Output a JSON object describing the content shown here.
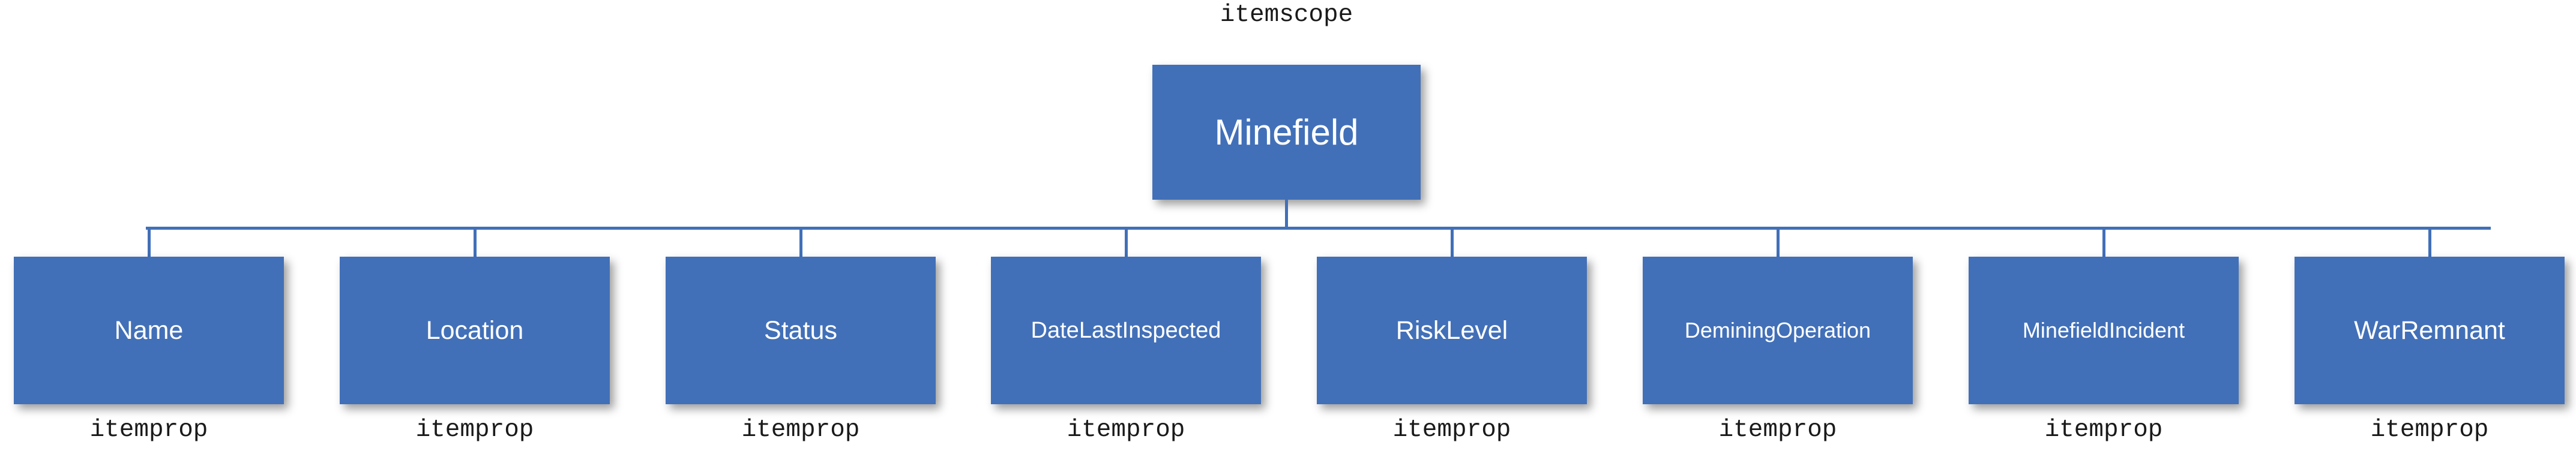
{
  "diagram": {
    "type": "hierarchy-tree",
    "title_caption": "itemscope",
    "root": {
      "label": "Minefield",
      "caption": "itemscope",
      "fill_color": "#4270B8",
      "text_color": "#FFFFFF"
    },
    "connector_color": "#4270B8",
    "background_color": "#FFFFFF",
    "caption_color": "#1A1A1A",
    "children": [
      {
        "label": "Name",
        "caption": "itemprop"
      },
      {
        "label": "Location",
        "caption": "itemprop"
      },
      {
        "label": "Status",
        "caption": "itemprop"
      },
      {
        "label": "DateLastInspected",
        "caption": "itemprop"
      },
      {
        "label": "RiskLevel",
        "caption": "itemprop"
      },
      {
        "label": "DeminingOperation",
        "caption": "itemprop"
      },
      {
        "label": "MinefieldIncident",
        "caption": "itemprop"
      },
      {
        "label": "WarRemnant",
        "caption": "itemprop"
      }
    ]
  }
}
